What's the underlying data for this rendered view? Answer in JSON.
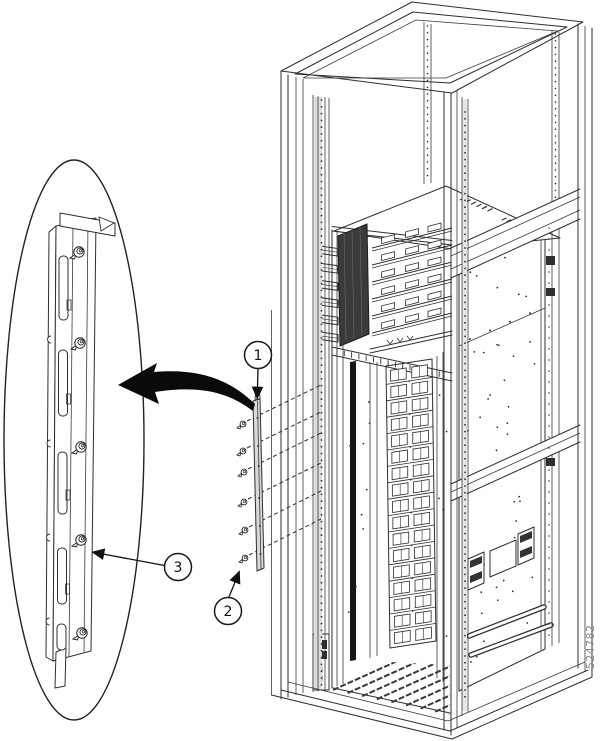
{
  "figure": {
    "part_number": "524782",
    "callouts": [
      {
        "label": "1"
      },
      {
        "label": "2"
      },
      {
        "label": "3"
      }
    ],
    "colors": {
      "background": "#ffffff",
      "line": "#2e2e2e",
      "dark_fill": "#161616",
      "mesh_fill": "#3b3b3b",
      "arrow_fill": "#0a0a0a",
      "part_number_text": "#8a8a8a"
    }
  }
}
